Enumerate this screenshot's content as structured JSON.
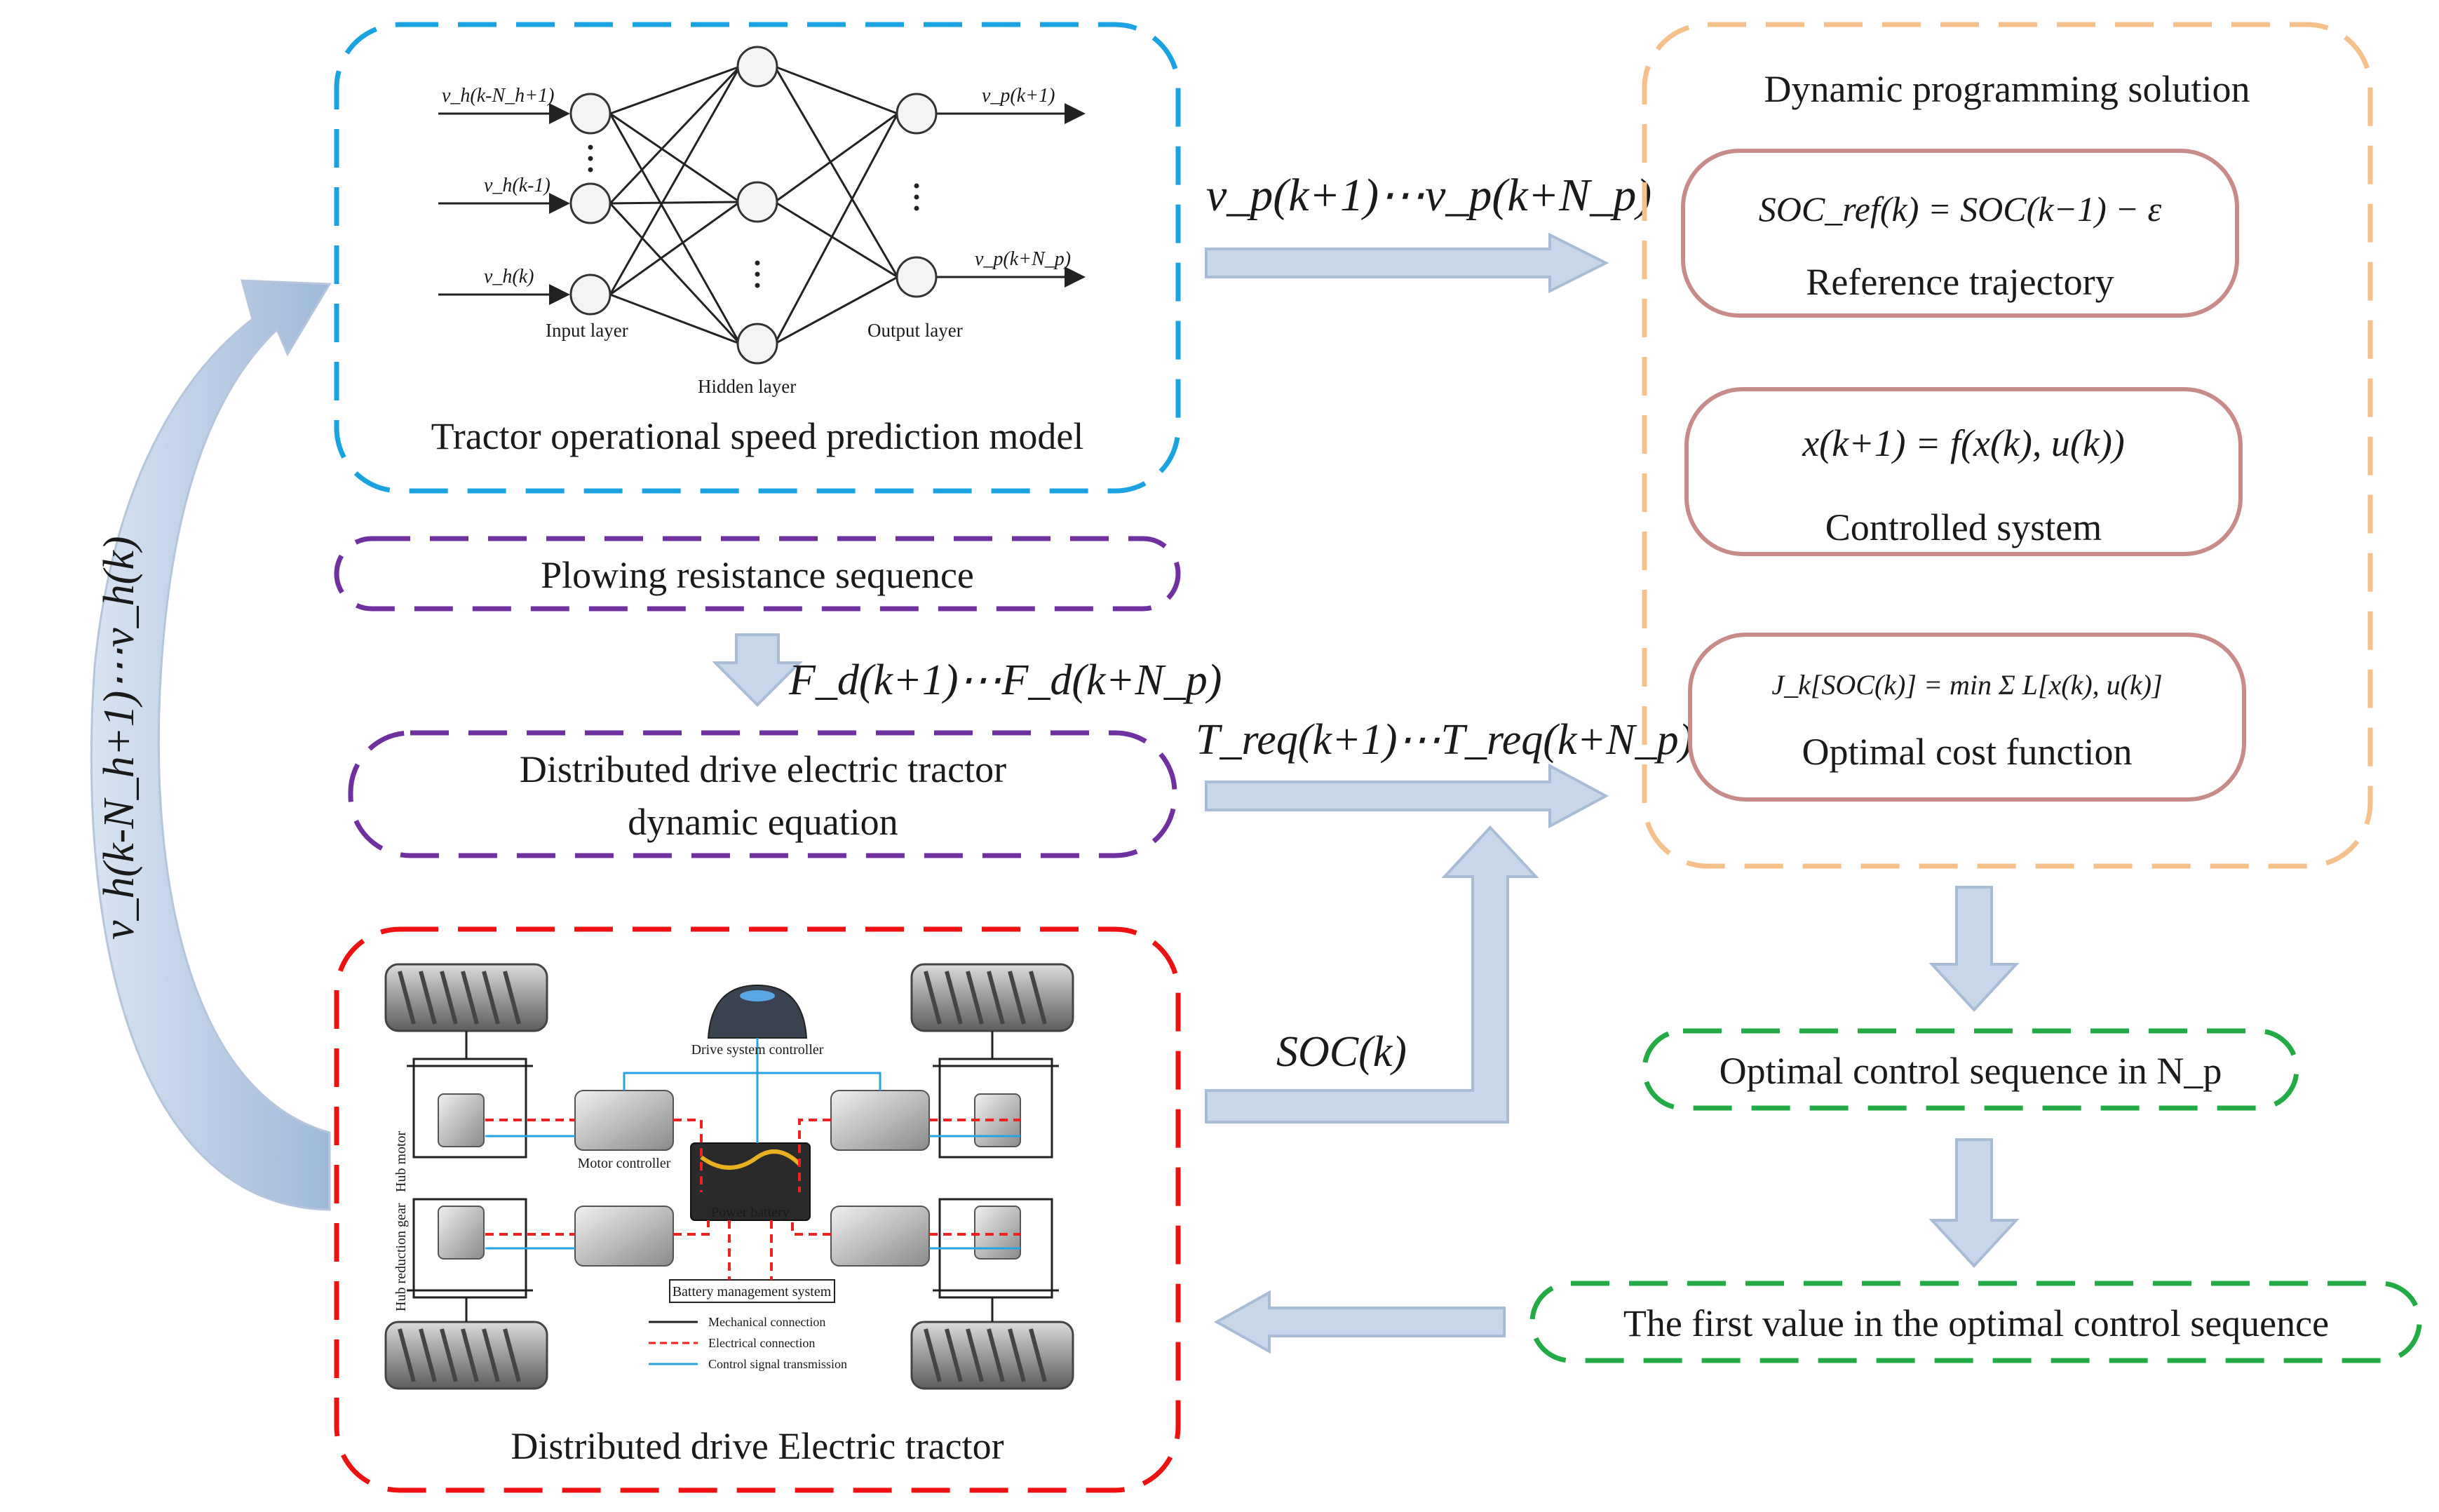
{
  "nodes": {
    "prediction_model": {
      "title": "Tractor operational speed prediction model",
      "nn": {
        "inputs": [
          "v_h(k-N_h+1)",
          "v_h(k-1)",
          "v_h(k)"
        ],
        "outputs": [
          "v_p(k+1)",
          "v_p(k+N_p)"
        ],
        "input_layer": "Input layer",
        "hidden_layer": "Hidden layer",
        "output_layer": "Output layer"
      }
    },
    "plowing": {
      "title": "Plowing resistance sequence"
    },
    "dynamic_eq": {
      "line1": "Distributed drive electric tractor",
      "line2": "dynamic equation"
    },
    "tractor": {
      "title": "Distributed drive Electric tractor",
      "schematic": {
        "drive_controller": "Drive system controller",
        "motor_controller": "Motor controller",
        "power_battery": "Power battery",
        "bms": "Battery management system",
        "hub_motor": "Hub motor",
        "hub_gear": "Hub reduction gear",
        "legend": [
          "Mechanical connection",
          "Electrical connection",
          "Control signal transmission"
        ]
      }
    },
    "dp": {
      "title": "Dynamic programming solution",
      "reference": {
        "formula": "SOC_ref(k) = SOC(k−1) − ε",
        "label": "Reference trajectory"
      },
      "system": {
        "formula": "x(k+1) = f(x(k), u(k))",
        "label": "Controlled system"
      },
      "cost": {
        "formula": "J_k[SOC(k)] = min Σ L[x(k), u(k)]",
        "label": "Optimal cost function"
      }
    },
    "opt_seq": {
      "title": "Optimal control sequence in N_p"
    },
    "first_value": {
      "title": "The first value in the optimal control sequence"
    }
  },
  "edges": {
    "vp_seq": "v_p(k+1)⋯v_p(k+N_p)",
    "fd_seq": "F_d(k+1)⋯F_d(k+N_p)",
    "treq_seq": "T_req(k+1)⋯T_req(k+N_p)",
    "soc": "SOC(k)",
    "vh_seq": "v_h(k-N_h+1)⋯v_h(k)"
  },
  "colors": {
    "blue_box": "#1aa3e0",
    "purple_box": "#7030a0",
    "red_box": "#ee1111",
    "orange_box": "#f5c08a",
    "green_box": "#22aa44",
    "rose_box": "#c98a8a",
    "arrow_fill": "#c9d7ea",
    "arrow_stroke": "#a9bcd6"
  }
}
